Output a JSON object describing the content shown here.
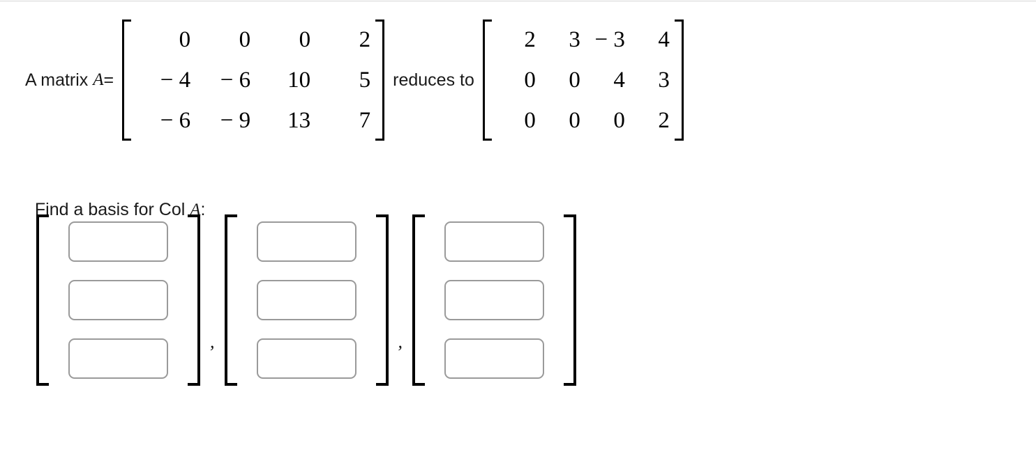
{
  "problem": {
    "lead_text": "A matrix ",
    "matrix_label": "A",
    "equals": "=",
    "connector": "reduces to",
    "matrix_a": {
      "rows": [
        [
          "0",
          "0",
          "0",
          "2"
        ],
        [
          "− 4",
          "− 6",
          "10",
          "5"
        ],
        [
          "− 6",
          "− 9",
          "13",
          "7"
        ]
      ]
    },
    "matrix_reduced": {
      "rows": [
        [
          "2",
          "3",
          "− 3",
          "4"
        ],
        [
          "0",
          "0",
          "4",
          "3"
        ],
        [
          "0",
          "0",
          "0",
          "2"
        ]
      ]
    }
  },
  "question": {
    "prefix": "Find a basis for Col ",
    "variable": "A",
    "suffix": ":"
  },
  "answer": {
    "separator": ",",
    "vectors": [
      {
        "entries": [
          {
            "value": "",
            "placeholder": ""
          },
          {
            "value": "",
            "placeholder": ""
          },
          {
            "value": "",
            "placeholder": ""
          }
        ]
      },
      {
        "entries": [
          {
            "value": "",
            "placeholder": ""
          },
          {
            "value": "",
            "placeholder": ""
          },
          {
            "value": "",
            "placeholder": ""
          }
        ]
      },
      {
        "entries": [
          {
            "value": "",
            "placeholder": ""
          },
          {
            "value": "",
            "placeholder": ""
          },
          {
            "value": "",
            "placeholder": ""
          }
        ]
      }
    ]
  },
  "colors": {
    "text": "#1a1a1a",
    "bracket": "#000000",
    "input_border": "#9a9a9a",
    "top_rule": "#d6d6d6",
    "background": "#ffffff"
  }
}
